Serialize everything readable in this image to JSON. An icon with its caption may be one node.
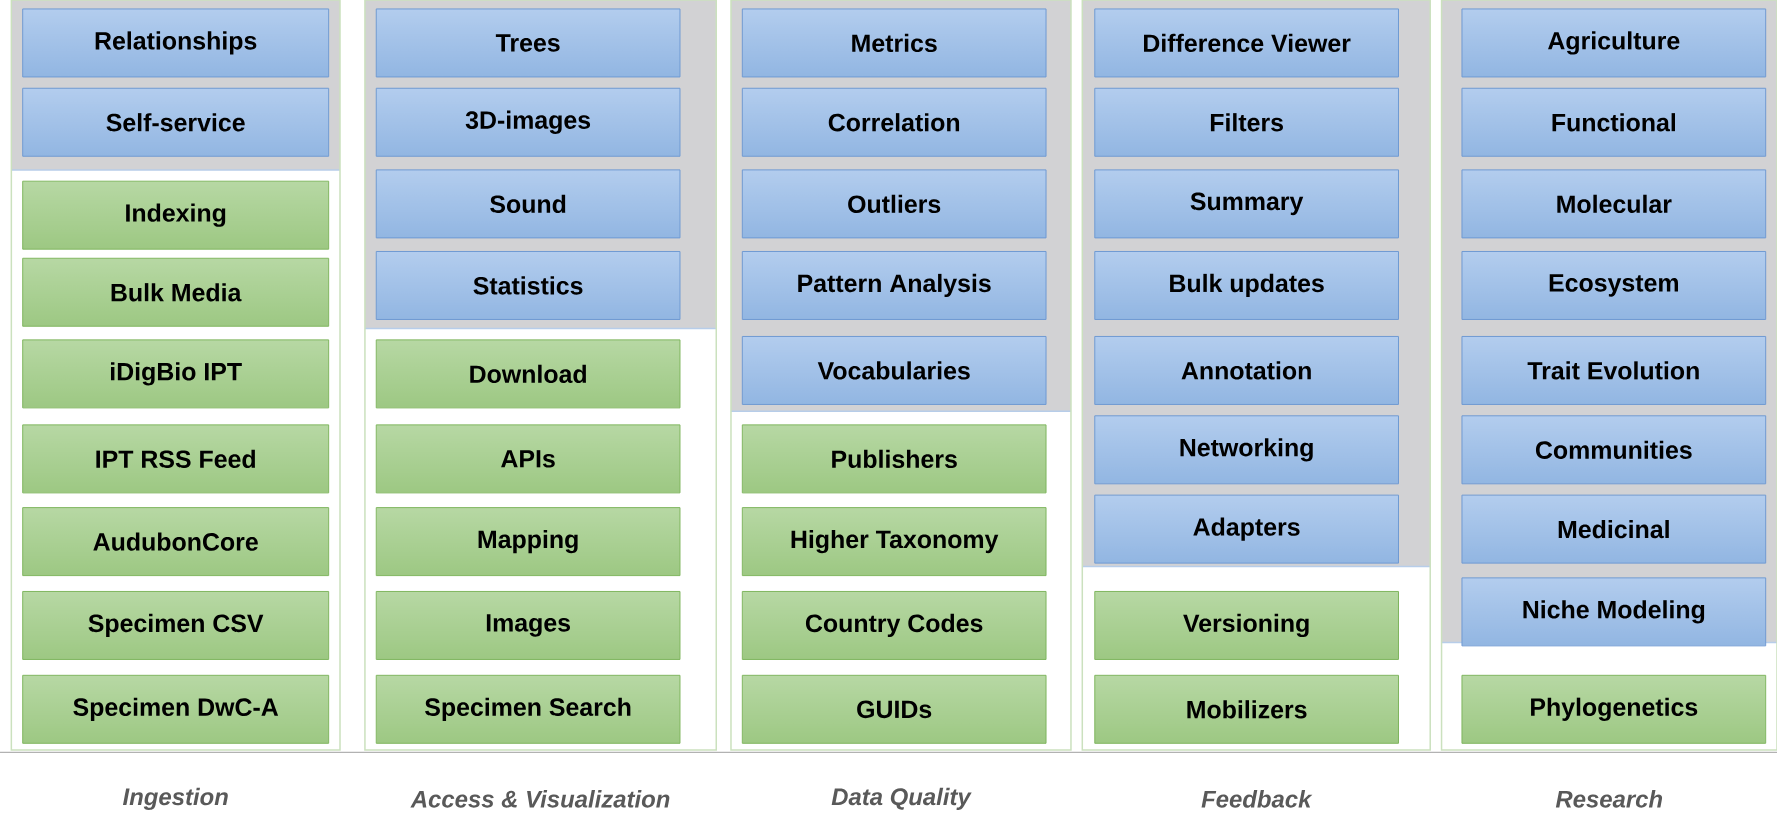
{
  "diagram": {
    "nodes": [
      {
        "text": [
          "Ingestion"
        ]
      },
      {
        "text": [
          "Relationships"
        ],
        "in": 0
      },
      {
        "text": [
          "Self-service"
        ],
        "in": 0
      },
      {
        "text": [
          "Indexing"
        ],
        "in": 0
      },
      {
        "text": [
          "Bulk Media"
        ],
        "in": 0
      },
      {
        "text": [
          "iDigBio IPT"
        ],
        "in": 0
      },
      {
        "text": [
          "IPT RSS Feed"
        ],
        "in": 0
      },
      {
        "text": [
          "AudubonCore"
        ],
        "in": 0
      },
      {
        "text": [
          "Specimen CSV"
        ],
        "in": 0
      },
      {
        "text": [
          "Specimen DwC-A"
        ],
        "in": 0
      },
      {
        "text": [
          "Access & Visualization"
        ]
      },
      {
        "text": [
          "Trees"
        ],
        "in": 10
      },
      {
        "text": [
          "3D-images"
        ],
        "in": 10
      },
      {
        "text": [
          "Sound"
        ],
        "in": 10
      },
      {
        "text": [
          "Statistics"
        ],
        "in": 10
      },
      {
        "text": [
          "Download"
        ],
        "in": 10
      },
      {
        "text": [
          "APIs"
        ],
        "in": 10
      },
      {
        "text": [
          "Mapping"
        ],
        "in": 10
      },
      {
        "text": [
          "Images"
        ],
        "in": 10
      },
      {
        "text": [
          "Specimen Search"
        ],
        "in": 10
      },
      {
        "text": [
          "Data Quality"
        ]
      },
      {
        "text": [
          "Metrics"
        ],
        "in": 20
      },
      {
        "text": [
          "Correlation"
        ],
        "in": 20
      },
      {
        "text": [
          "Outliers"
        ],
        "in": 20
      },
      {
        "text": [
          "Pattern Analysis"
        ],
        "in": 20
      },
      {
        "text": [
          "Vocabularies"
        ],
        "in": 20
      },
      {
        "text": [
          "Publishers"
        ],
        "in": 20
      },
      {
        "text": [
          "Higher Taxonomy"
        ],
        "in": 20
      },
      {
        "text": [
          "Country Codes"
        ],
        "in": 20
      },
      {
        "text": [
          "GUIDs"
        ],
        "in": 20
      },
      {
        "text": [
          "Feedback"
        ]
      },
      {
        "text": [
          "Difference Viewer"
        ],
        "in": 30
      },
      {
        "text": [
          "Filters"
        ],
        "in": 30
      },
      {
        "text": [
          "Summary"
        ],
        "in": 30
      },
      {
        "text": [
          "Bulk updates"
        ],
        "in": 30
      },
      {
        "text": [
          "Annotation"
        ],
        "in": 30
      },
      {
        "text": [
          "Networking"
        ],
        "in": 30
      },
      {
        "text": [
          "Adapters"
        ],
        "in": 30
      },
      {
        "text": [
          "Versioning"
        ],
        "in": 30
      },
      {
        "text": [
          "Mobilizers"
        ],
        "in": 30
      },
      {
        "text": [
          "Research"
        ]
      },
      {
        "text": [
          "Agriculture"
        ],
        "in": 40
      },
      {
        "text": [
          "Functional"
        ],
        "in": 40
      },
      {
        "text": [
          "Molecular"
        ],
        "in": 40
      },
      {
        "text": [
          "Ecosystem"
        ],
        "in": 40
      },
      {
        "text": [
          "Trait Evolution"
        ],
        "in": 40
      },
      {
        "text": [
          "Communities"
        ],
        "in": 40
      },
      {
        "text": [
          "Medicinal"
        ],
        "in": 40
      },
      {
        "text": [
          "Niche Modeling"
        ],
        "in": 40
      },
      {
        "text": [
          "Phylogenetics"
        ],
        "in": 40
      }
    ]
  }
}
